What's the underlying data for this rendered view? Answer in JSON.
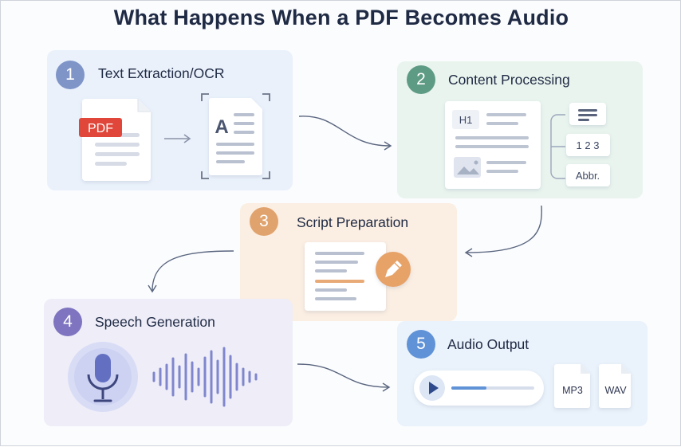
{
  "title": "What Happens When a PDF Becomes Audio",
  "steps": [
    {
      "number": "1",
      "title": "Text Extraction/OCR",
      "badge_color": "#7f95c8"
    },
    {
      "number": "2",
      "title": "Content Processing",
      "badge_color": "#5e9b85"
    },
    {
      "number": "3",
      "title": "Script Preparation",
      "badge_color": "#e0a36d"
    },
    {
      "number": "4",
      "title": "Speech Generation",
      "badge_color": "#7e74bf"
    },
    {
      "number": "5",
      "title": "Audio Output",
      "badge_color": "#5f92d6"
    }
  ],
  "pdf_label": "PDF",
  "ocr_letter": "A",
  "heading_tag": "H1",
  "processing_chips": {
    "numbers": "1 2 3",
    "abbreviation": "Abbr."
  },
  "formats": [
    "MP3",
    "WAV"
  ]
}
